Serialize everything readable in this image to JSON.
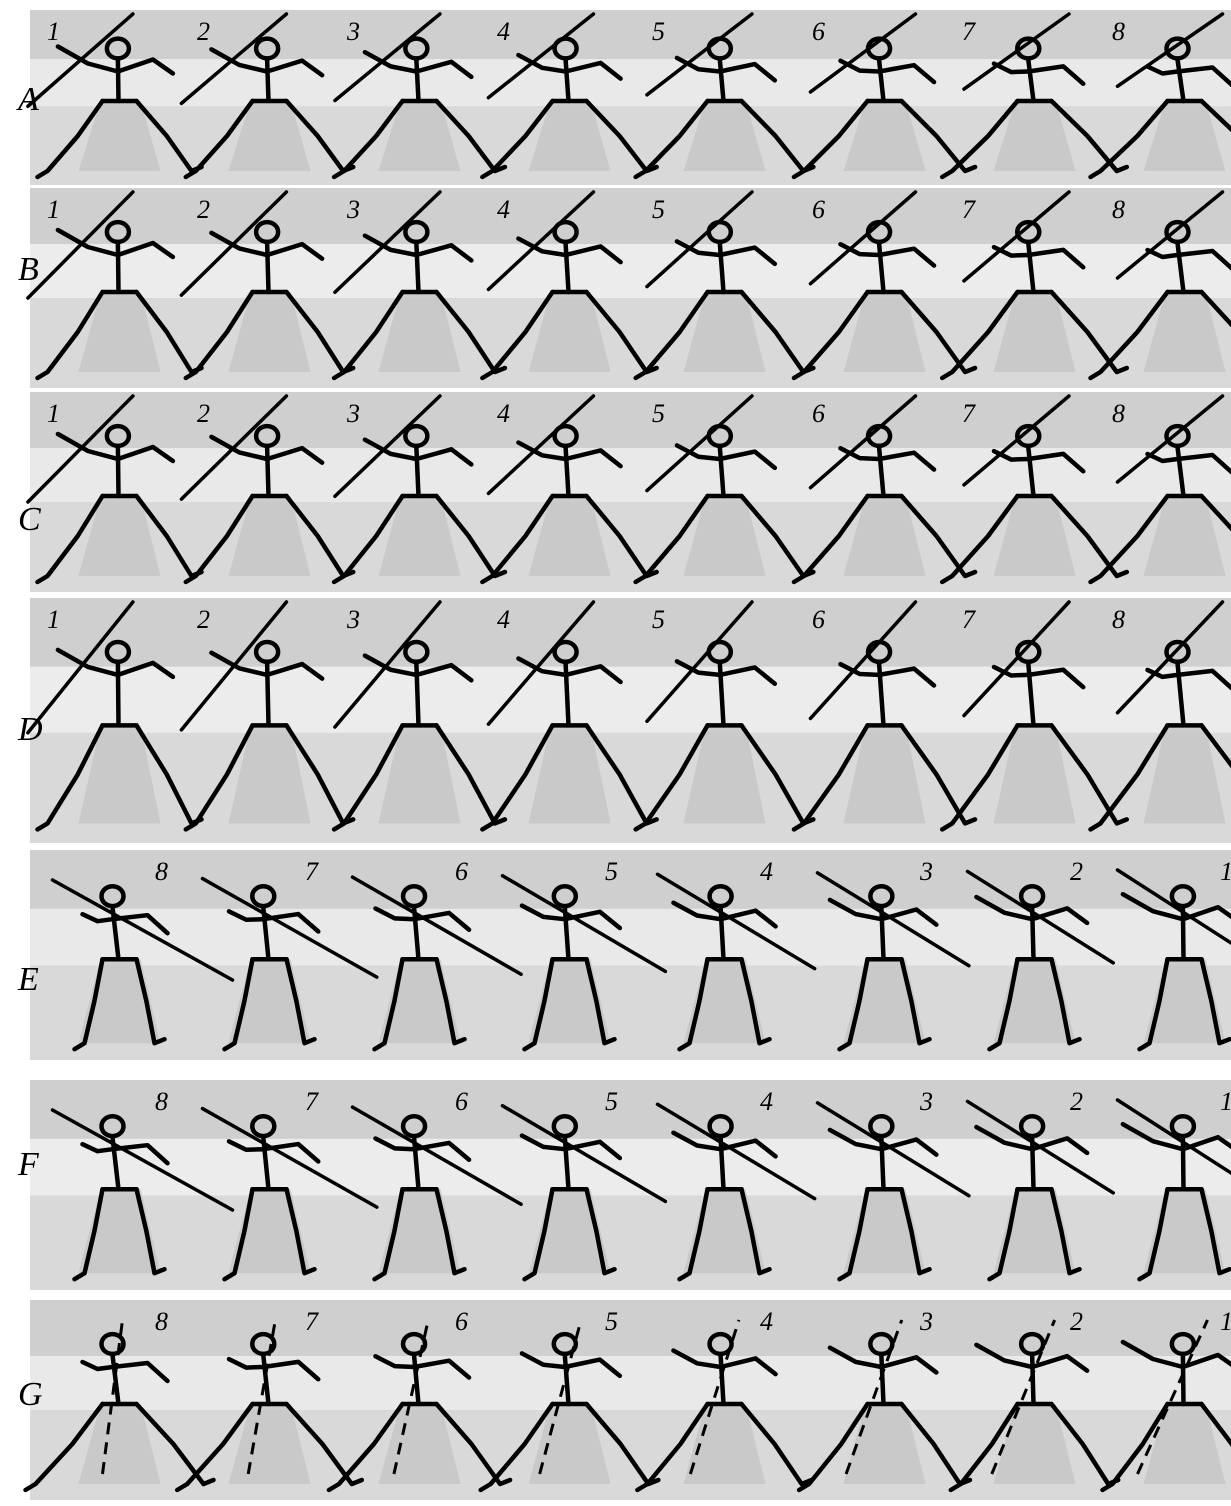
{
  "rows": [
    {
      "label": "A",
      "frames": [
        "1",
        "2",
        "3",
        "4",
        "5",
        "6",
        "7",
        "8"
      ],
      "order": "ltr"
    },
    {
      "label": "B",
      "frames": [
        "1",
        "2",
        "3",
        "4",
        "5",
        "6",
        "7",
        "8"
      ],
      "order": "ltr"
    },
    {
      "label": "C",
      "frames": [
        "1",
        "2",
        "3",
        "4",
        "5",
        "6",
        "7",
        "8"
      ],
      "order": "ltr"
    },
    {
      "label": "D",
      "frames": [
        "1",
        "2",
        "3",
        "4",
        "5",
        "6",
        "7",
        "8"
      ],
      "order": "ltr"
    },
    {
      "label": "E",
      "frames": [
        "8",
        "7",
        "6",
        "5",
        "4",
        "3",
        "2",
        "1"
      ],
      "order": "rtl"
    },
    {
      "label": "F",
      "frames": [
        "8",
        "7",
        "6",
        "5",
        "4",
        "3",
        "2",
        "1"
      ],
      "order": "rtl"
    },
    {
      "label": "G",
      "frames": [
        "8",
        "7",
        "6",
        "5",
        "4",
        "3",
        "2",
        "1"
      ],
      "order": "rtl"
    }
  ]
}
